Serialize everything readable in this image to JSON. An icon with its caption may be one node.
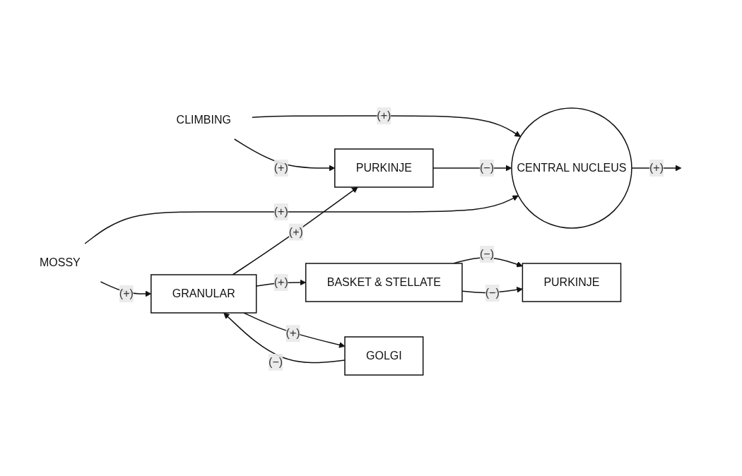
{
  "diagram": {
    "nodes": [
      {
        "text": [
          "CENTRAL NUCLEUS"
        ]
      },
      {
        "text": [
          "CLIMBING"
        ]
      },
      {
        "text": [
          "MOSSY"
        ]
      },
      {
        "text": [
          "GRANULAR"
        ]
      },
      {
        "text": [
          "PURKINJE"
        ]
      },
      {
        "text": [
          "BASKET & STELLATE"
        ]
      },
      {
        "text": [
          "GOLGI"
        ]
      },
      {
        "text": [
          "PURKINJE"
        ]
      }
    ],
    "edges": [
      {
        "from": 0,
        "to": null,
        "arrow": "to",
        "label": "(+)"
      },
      {
        "from": 4,
        "to": 0,
        "arrow": "to",
        "label": "(−)"
      },
      {
        "from": 1,
        "to": 0,
        "arrow": "to",
        "label": "(+)"
      },
      {
        "from": 2,
        "to": 0,
        "arrow": "to",
        "label": "(+)"
      },
      {
        "from": 1,
        "to": 4,
        "arrow": "to",
        "label": "(+)"
      },
      {
        "from": 2,
        "to": 3,
        "arrow": "to",
        "label": "(+)"
      },
      {
        "from": 3,
        "to": 4,
        "arrow": "to",
        "label": "(+)"
      },
      {
        "from": 3,
        "to": 5,
        "arrow": "to",
        "label": "(+)"
      },
      {
        "from": 3,
        "to": 6,
        "arrow": "to",
        "label": "(+)"
      },
      {
        "from": 6,
        "to": 3,
        "arrow": "to",
        "label": "(−)"
      },
      {
        "from": 5,
        "to": 7,
        "arrow": "to",
        "label": "(−)"
      },
      {
        "from": 5,
        "to": 7,
        "arrow": "to",
        "label": "(−)"
      }
    ]
  }
}
